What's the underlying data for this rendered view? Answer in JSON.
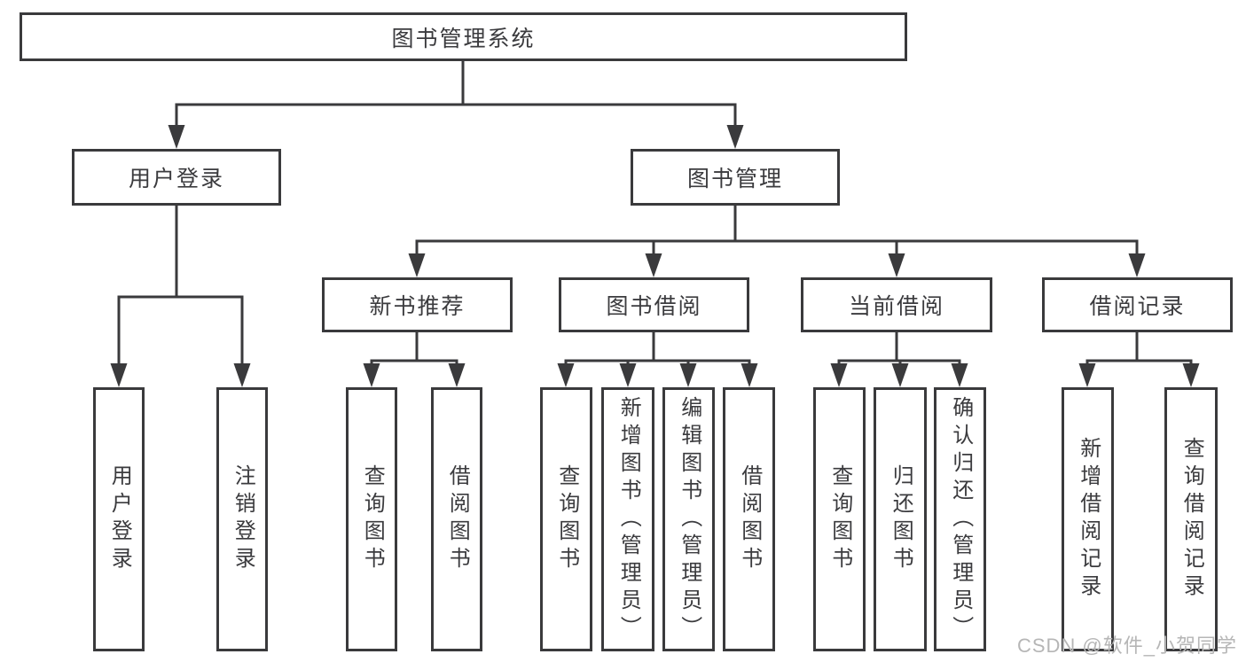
{
  "diagram": {
    "root": {
      "label": "图书管理系统"
    },
    "level2": [
      {
        "label": "用户登录"
      },
      {
        "label": "图书管理"
      }
    ],
    "level3": [
      {
        "label": "新书推荐"
      },
      {
        "label": "图书借阅"
      },
      {
        "label": "当前借阅"
      },
      {
        "label": "借阅记录"
      }
    ],
    "leaves": {
      "user_login": [
        "用户登录",
        "注销登录"
      ],
      "new_books": [
        "查询图书",
        "借阅图书"
      ],
      "book_borrow": [
        "查询图书",
        "新增图书（管理员）",
        "编辑图书（管理员）",
        "借阅图书"
      ],
      "current_borrow": [
        "查询图书",
        "归还图书",
        "确认归还（管理员）"
      ],
      "borrow_records": [
        "新增借阅记录",
        "查询借阅记录"
      ]
    }
  },
  "watermark": {
    "text": "CSDN @软件_小贺同学"
  },
  "colors": {
    "line": "#3a3a3c",
    "text": "#3b3b3e",
    "watermark": "#b6b6b6",
    "background": "#ffffff"
  }
}
